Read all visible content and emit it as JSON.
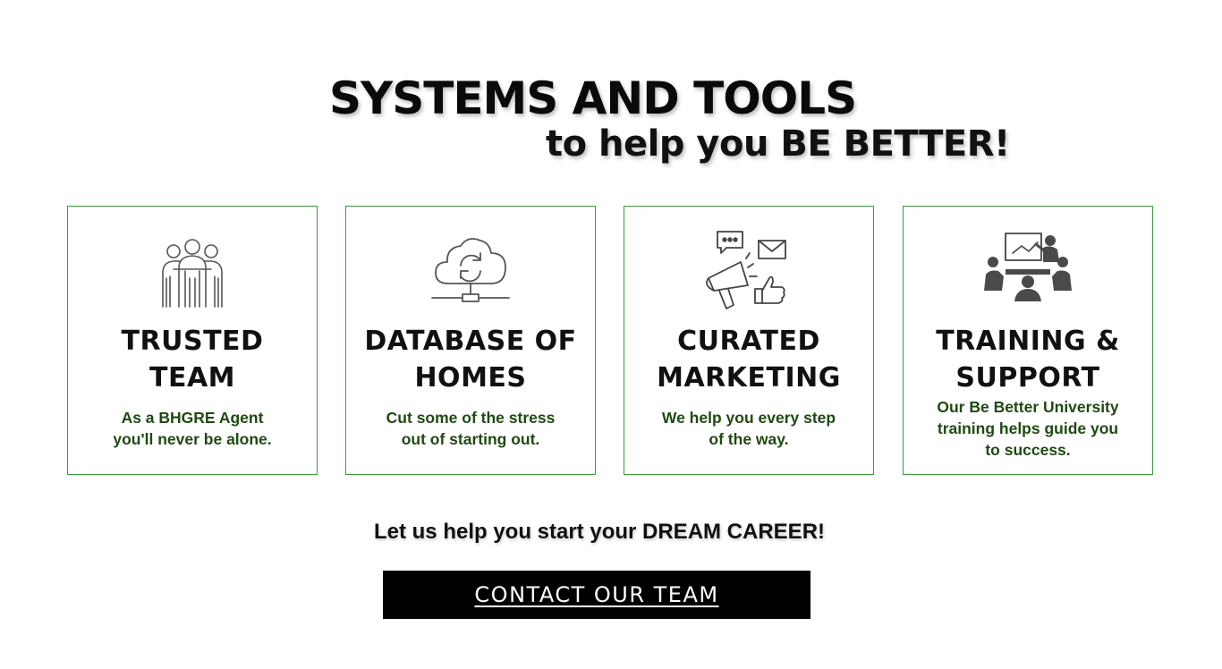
{
  "hero": {
    "title": "SYSTEMS AND TOOLS",
    "subtitle": "to help you BE BETTER!"
  },
  "colors": {
    "card_border": "#3e9a3e",
    "desc_text": "#1f4a12",
    "button_bg": "#000000",
    "button_text": "#ffffff",
    "icon_light": "#555555",
    "icon_dark": "#4a4a4a"
  },
  "cards": [
    {
      "icon": "team-icon",
      "title_line1": "TRUSTED",
      "title_line2": "TEAM",
      "desc_line1": "As a BHGRE Agent",
      "desc_line2": "you'll never be alone."
    },
    {
      "icon": "cloud-sync-icon",
      "title_line1": "DATABASE OF",
      "title_line2": "HOMES",
      "desc_line1": "Cut some of the stress",
      "desc_line2": "out of starting out."
    },
    {
      "icon": "marketing-icon",
      "title_line1": "CURATED",
      "title_line2": "MARKETING",
      "desc_line1": "We help you every step",
      "desc_line2": "of the way."
    },
    {
      "icon": "training-icon",
      "title_line1": "TRAINING &",
      "title_line2": "SUPPORT",
      "desc_line1": "Our Be Better University",
      "desc_line2": "training helps guide you",
      "desc_line3": "to success."
    }
  ],
  "cta": {
    "text": "Let us help you start your DREAM CAREER!",
    "button_label": "CONTACT OUR TEAM"
  }
}
